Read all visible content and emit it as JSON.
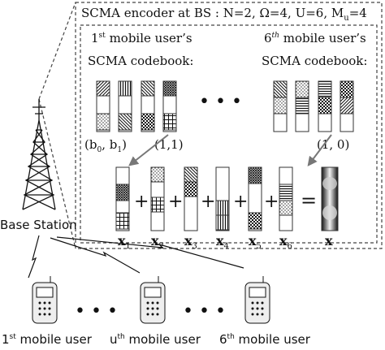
{
  "header": {
    "title": "SCMA encoder at BS : N=2, Ω=4, U=6, M",
    "title_sub": "u",
    "title_tail": "=4"
  },
  "users_top": {
    "first_label_sup": "st",
    "first_label_prefix": "1",
    "first_label_rest": " mobile user’s",
    "sixth_label_prefix": "6",
    "sixth_label_sup": "th",
    "sixth_label_rest": " mobile user’s",
    "codebook_label": "SCMA codebook:"
  },
  "codebook_labels": {
    "b_label": "(b",
    "b_sub0": "0",
    "b_sep": ", b",
    "b_sub1": "1",
    "b_close": ")",
    "first_pick": "(1,1)",
    "sixth_pick": "(1, 0)"
  },
  "equation": {
    "x_items": [
      "x",
      "x",
      "x",
      "x",
      "x",
      "x"
    ],
    "subs": [
      "1",
      "2",
      "3",
      "4",
      "5",
      "6"
    ],
    "plus": "+",
    "equals": "=",
    "result": "x",
    "ellipsis": "• • •"
  },
  "base_station": {
    "label": "Base Station"
  },
  "mobile_users": {
    "first": {
      "prefix": "1",
      "sup": "st",
      "rest": " mobile user"
    },
    "uth": {
      "prefix": "u",
      "sup": "th",
      "rest": " mobile user"
    },
    "sixth": {
      "prefix": "6",
      "sup": "th",
      "rest": " mobile user"
    },
    "dots": "• • •"
  }
}
